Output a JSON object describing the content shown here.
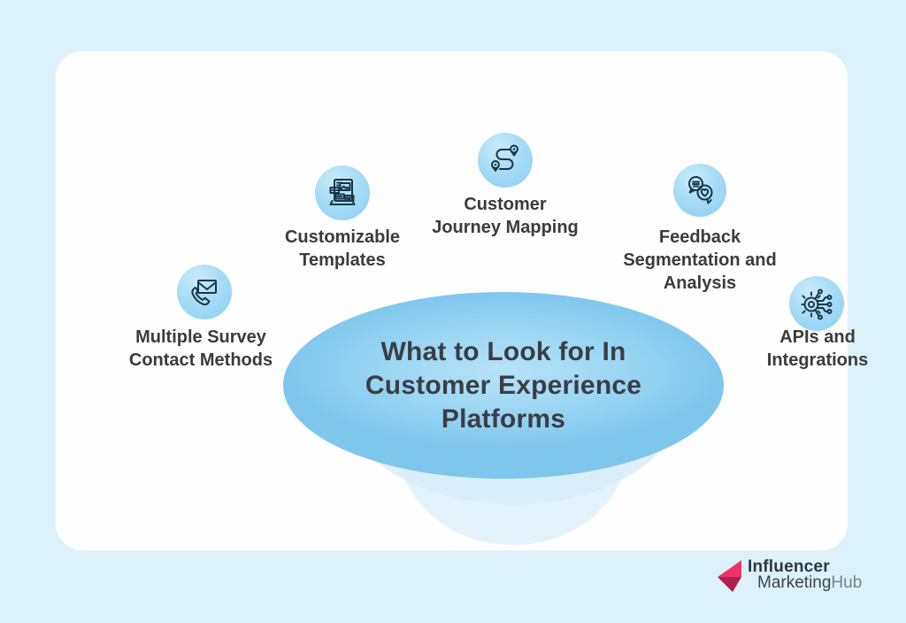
{
  "title": {
    "lines": [
      "What to Look for In",
      "Customer Experience",
      "Platforms"
    ]
  },
  "items": [
    {
      "id": "multiple-survey-contact-methods",
      "icon": "phone-envelope-icon",
      "lines": [
        "Multiple Survey",
        "Contact Methods"
      ]
    },
    {
      "id": "customizable-templates",
      "icon": "web-template-icon",
      "lines": [
        "Customizable",
        "Templates"
      ]
    },
    {
      "id": "customer-journey-mapping",
      "icon": "route-map-icon",
      "lines": [
        "Customer",
        "Journey Mapping"
      ]
    },
    {
      "id": "feedback-segmentation-and-analysis",
      "icon": "chat-bubbles-icon",
      "lines": [
        "Feedback",
        "Segmentation and",
        "Analysis"
      ]
    },
    {
      "id": "apis-and-integrations",
      "icon": "gear-circuit-icon",
      "lines": [
        "APIs and",
        "Integrations"
      ]
    }
  ],
  "logo": {
    "line1": "Influencer",
    "line2_dark": "Marketing",
    "line2_light": "Hub"
  },
  "colors": {
    "background": "#ddf1fb",
    "card": "#fefeff",
    "ellipse_light": "#b7e3f8",
    "ellipse_dark": "#7fc6ed",
    "icon_circle": "#a5dbf6",
    "icon_stroke": "#17374d",
    "text_dark": "#3a3e44",
    "label_text": "#3b3b3b",
    "logo_pink": "#ee3466",
    "logo_dark_pink": "#b01f4e",
    "logo_hub_gray": "#76838a"
  }
}
